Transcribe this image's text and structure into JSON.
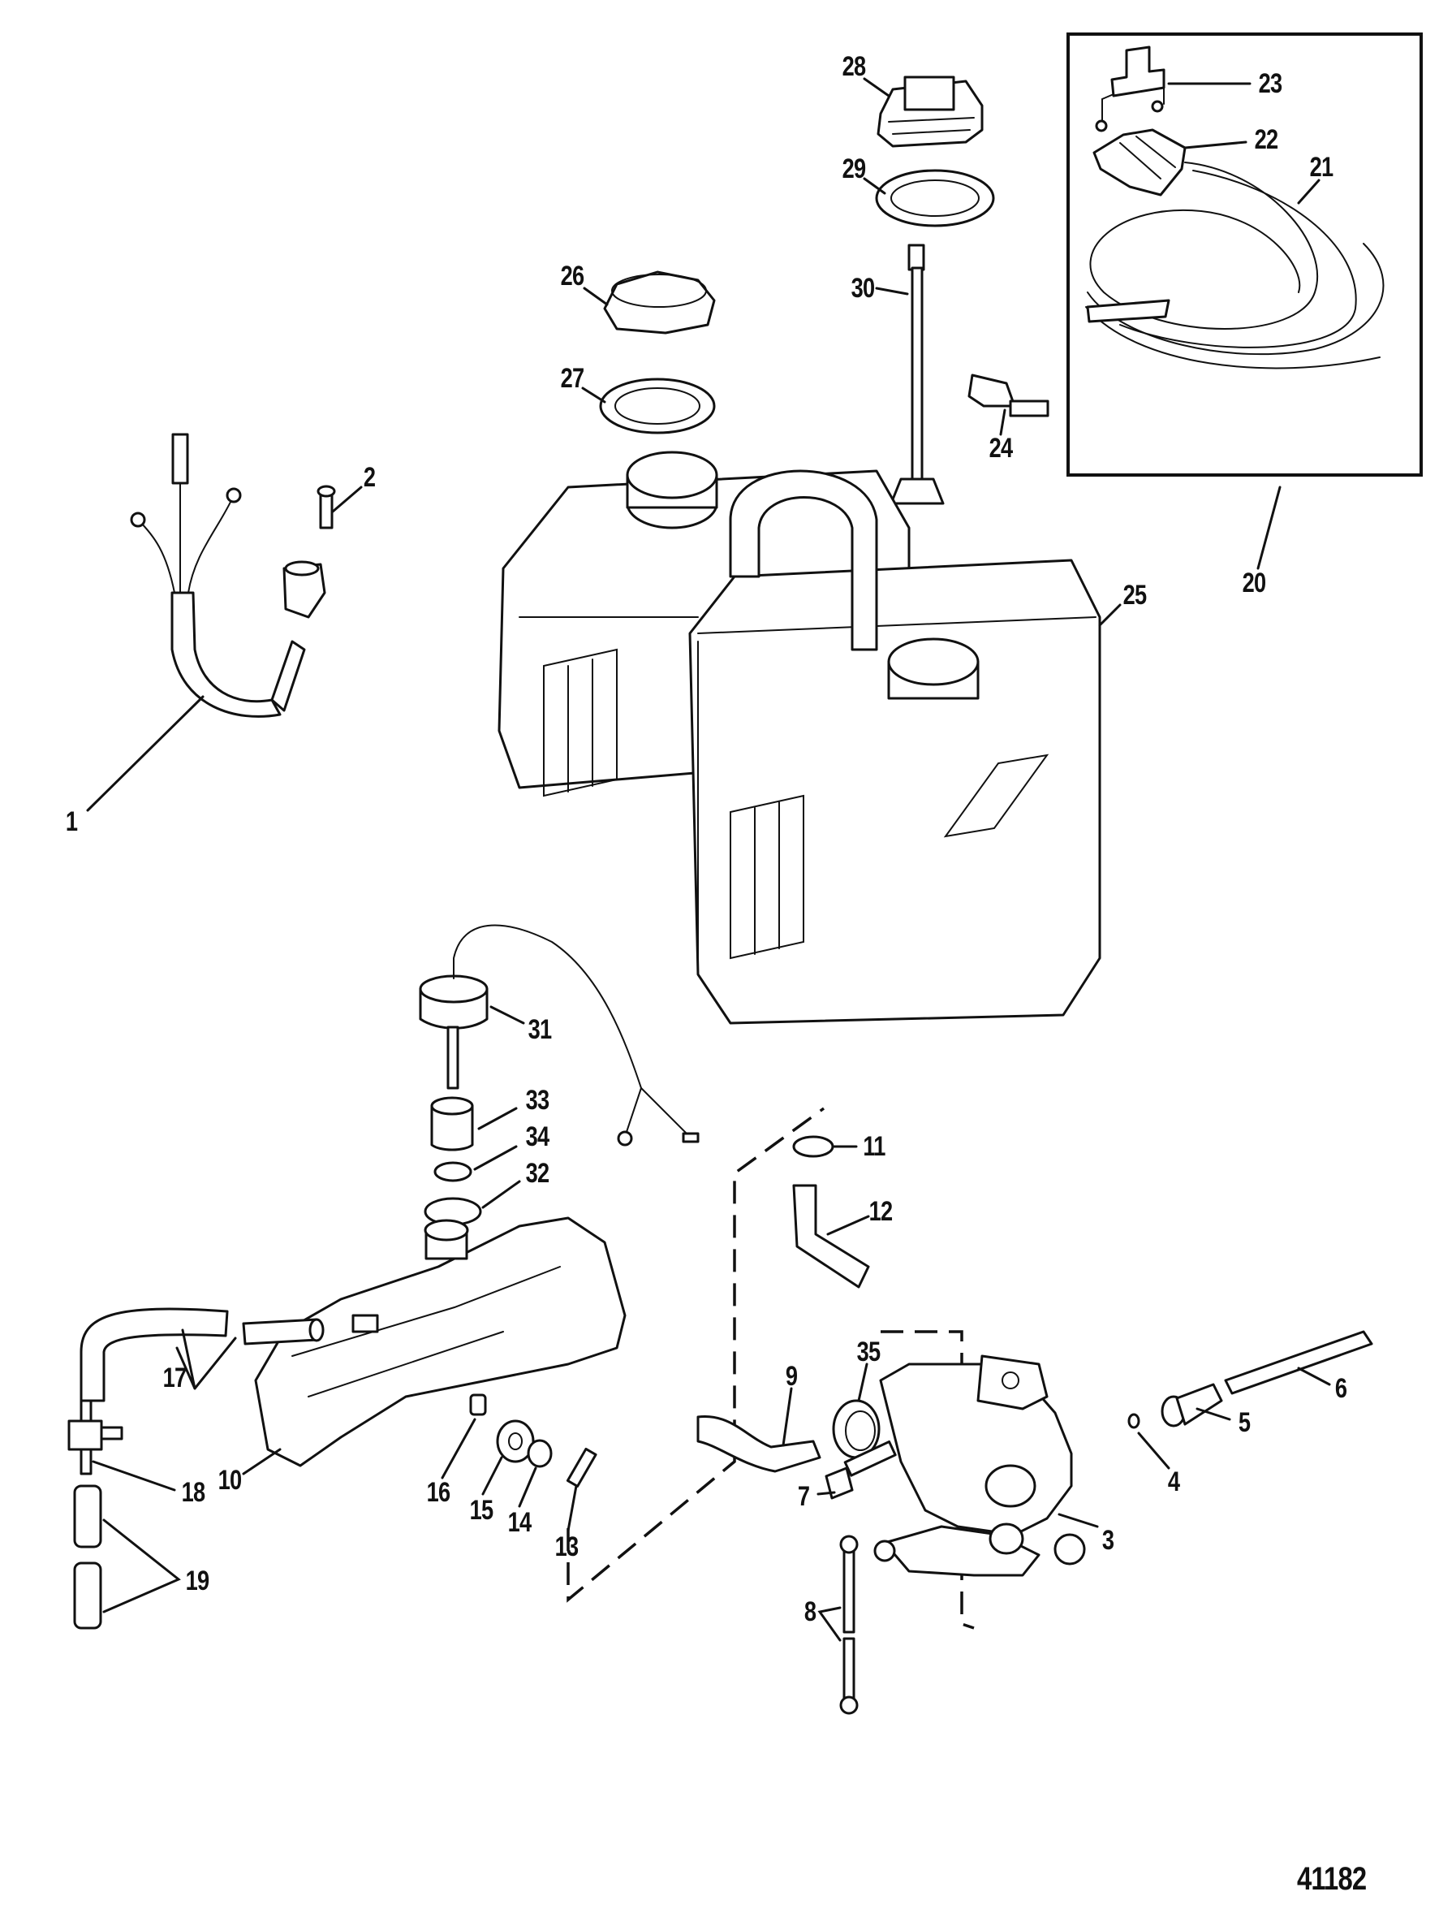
{
  "figure": {
    "number": "41182",
    "type": "exploded parts diagram",
    "subject": "oil tank and oil pump assembly"
  },
  "callouts": [
    {
      "id": "1",
      "label": "1",
      "part": "wiring-harness"
    },
    {
      "id": "2",
      "label": "2",
      "part": "screw"
    },
    {
      "id": "3",
      "label": "3",
      "part": "oil-pump"
    },
    {
      "id": "4",
      "label": "4",
      "part": "o-ring"
    },
    {
      "id": "5",
      "label": "5",
      "part": "bushing"
    },
    {
      "id": "6",
      "label": "6",
      "part": "drive-shaft"
    },
    {
      "id": "7",
      "label": "7",
      "part": "bolt"
    },
    {
      "id": "8",
      "label": "8",
      "part": "link-rod"
    },
    {
      "id": "9",
      "label": "9",
      "part": "hose"
    },
    {
      "id": "10",
      "label": "10",
      "part": "oil-reservoir"
    },
    {
      "id": "11",
      "label": "11",
      "part": "clamp"
    },
    {
      "id": "12",
      "label": "12",
      "part": "hose-elbow"
    },
    {
      "id": "13",
      "label": "13",
      "part": "screw"
    },
    {
      "id": "14",
      "label": "14",
      "part": "washer"
    },
    {
      "id": "15",
      "label": "15",
      "part": "grommet"
    },
    {
      "id": "16",
      "label": "16",
      "part": "bushing"
    },
    {
      "id": "17",
      "label": "17",
      "part": "hose"
    },
    {
      "id": "18",
      "label": "18",
      "part": "tee-fitting"
    },
    {
      "id": "19",
      "label": "19",
      "part": "hose"
    },
    {
      "id": "20",
      "label": "20",
      "part": "hose-kit"
    },
    {
      "id": "21",
      "label": "21",
      "part": "hose"
    },
    {
      "id": "22",
      "label": "22",
      "part": "connector"
    },
    {
      "id": "23",
      "label": "23",
      "part": "clip"
    },
    {
      "id": "24",
      "label": "24",
      "part": "fitting"
    },
    {
      "id": "25",
      "label": "25",
      "part": "oil-tank"
    },
    {
      "id": "26",
      "label": "26",
      "part": "cap"
    },
    {
      "id": "27",
      "label": "27",
      "part": "gasket"
    },
    {
      "id": "28",
      "label": "28",
      "part": "cap-with-sensor"
    },
    {
      "id": "29",
      "label": "29",
      "part": "gasket"
    },
    {
      "id": "30",
      "label": "30",
      "part": "pickup-tube"
    },
    {
      "id": "31",
      "label": "31",
      "part": "level-sensor-cap"
    },
    {
      "id": "32",
      "label": "32",
      "part": "gasket"
    },
    {
      "id": "33",
      "label": "33",
      "part": "float"
    },
    {
      "id": "34",
      "label": "34",
      "part": "retainer"
    },
    {
      "id": "35",
      "label": "35",
      "part": "clamp"
    }
  ]
}
